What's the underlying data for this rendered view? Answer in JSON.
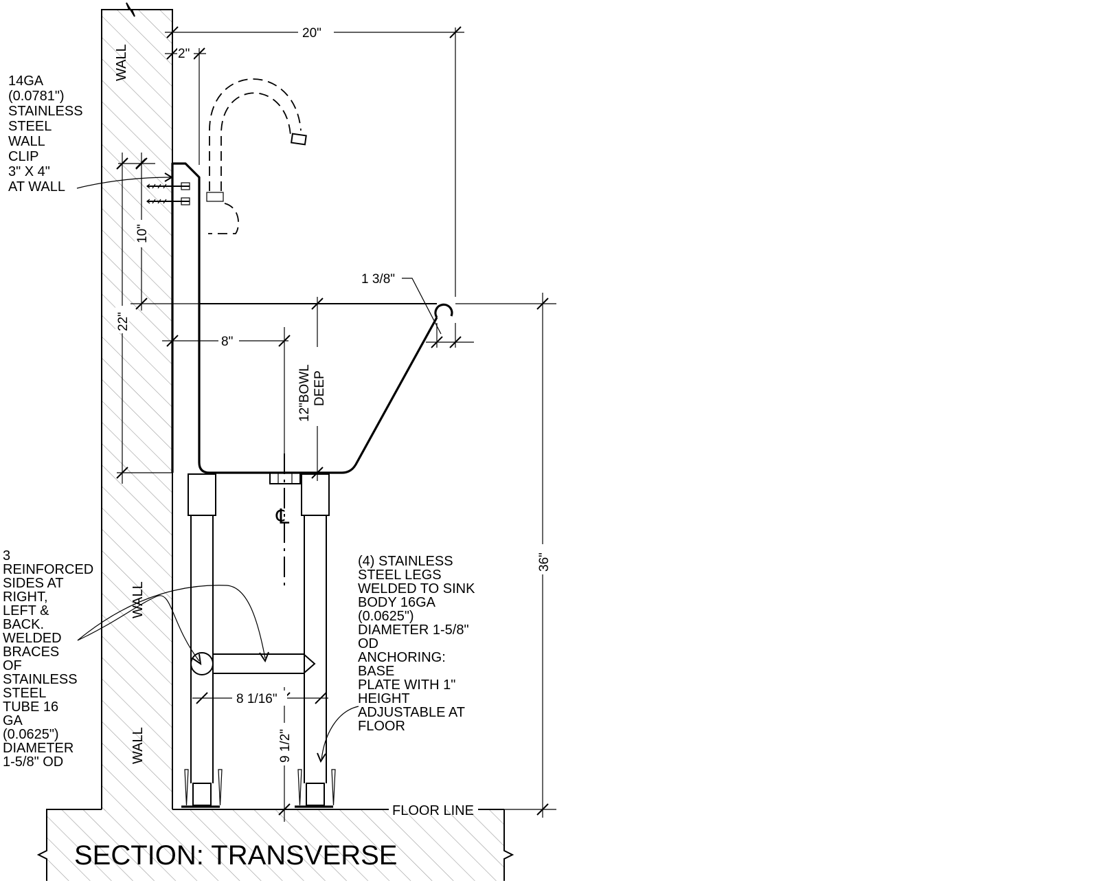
{
  "title": "SECTION: TRANSVERSE",
  "wall_labels": [
    "WALL",
    "WALL",
    "WALL"
  ],
  "floor_label": "FLOOR LINE",
  "centerline_symbol": "℄",
  "dimensions": {
    "overall_depth": "20\"",
    "backsplash_offset": "2\"",
    "backsplash_height": "10\"",
    "rim_to_bowl_bottom": "22\"",
    "rim_curl": "1 3/8\"",
    "drain_offset": "8\"",
    "bowl_depth": [
      "12\"BOWL",
      "DEEP"
    ],
    "leg_spacing": "8 1/16\"",
    "brace_height": "9 1/2\"",
    "overall_height": "36\""
  },
  "notes": {
    "wall_clip": [
      "14GA",
      "(0.0781\")",
      "STAINLESS",
      "STEEL",
      "WALL",
      "CLIP",
      "3\" X 4\"",
      "AT WALL"
    ],
    "braces": [
      "3",
      "REINFORCED",
      "SIDES AT",
      "RIGHT,",
      "LEFT &",
      "BACK.",
      "WELDED",
      "BRACES",
      "OF",
      "STAINLESS",
      "STEEL",
      "TUBE 16",
      "GA",
      "(0.0625\")",
      "DIAMETER",
      "1-5/8\" OD"
    ],
    "legs": [
      "(4) STAINLESS",
      "STEEL LEGS",
      "WELDED TO SINK",
      "BODY 16GA",
      "(0.0625\")",
      "DIAMETER 1-5/8\"",
      "OD",
      "ANCHORING:",
      "BASE",
      "PLATE WITH 1\"",
      "HEIGHT",
      "ADJUSTABLE AT",
      "FLOOR"
    ]
  }
}
